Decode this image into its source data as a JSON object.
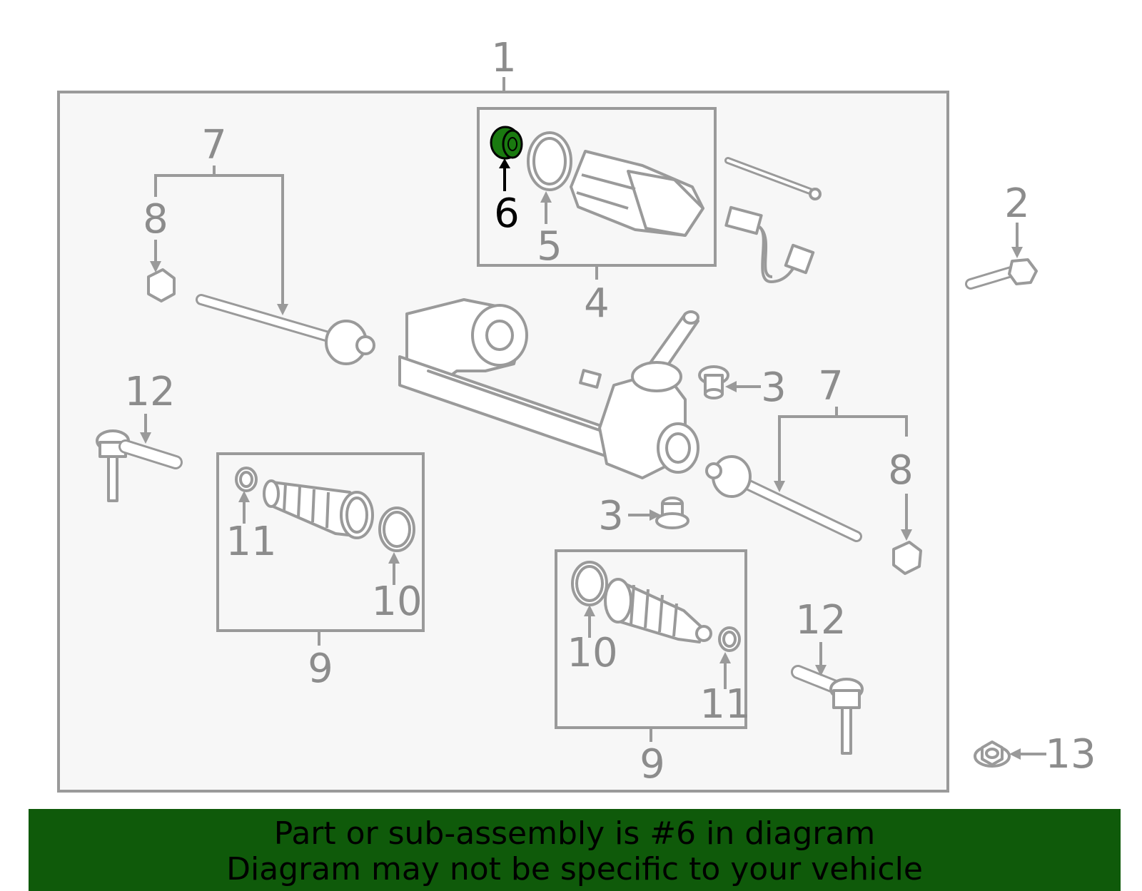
{
  "diagram": {
    "callouts": {
      "c1": "1",
      "c2": "2",
      "c3a": "3",
      "c3b": "3",
      "c4": "4",
      "c5": "5",
      "c6": "6",
      "c7a": "7",
      "c7b": "7",
      "c8a": "8",
      "c8b": "8",
      "c9a": "9",
      "c9b": "9",
      "c10a": "10",
      "c10b": "10",
      "c11a": "11",
      "c11b": "11",
      "c12a": "12",
      "c12b": "12",
      "c13": "13"
    },
    "highlight_part": "6",
    "colors": {
      "highlight": "#1a7a10",
      "line": "#9a9a9a",
      "banner": "#0f5a0a",
      "frame_fill": "#f7f7f7"
    }
  },
  "banner": {
    "line1": "Part or sub-assembly is #6 in diagram",
    "line2": "Diagram may not be specific to your vehicle"
  }
}
